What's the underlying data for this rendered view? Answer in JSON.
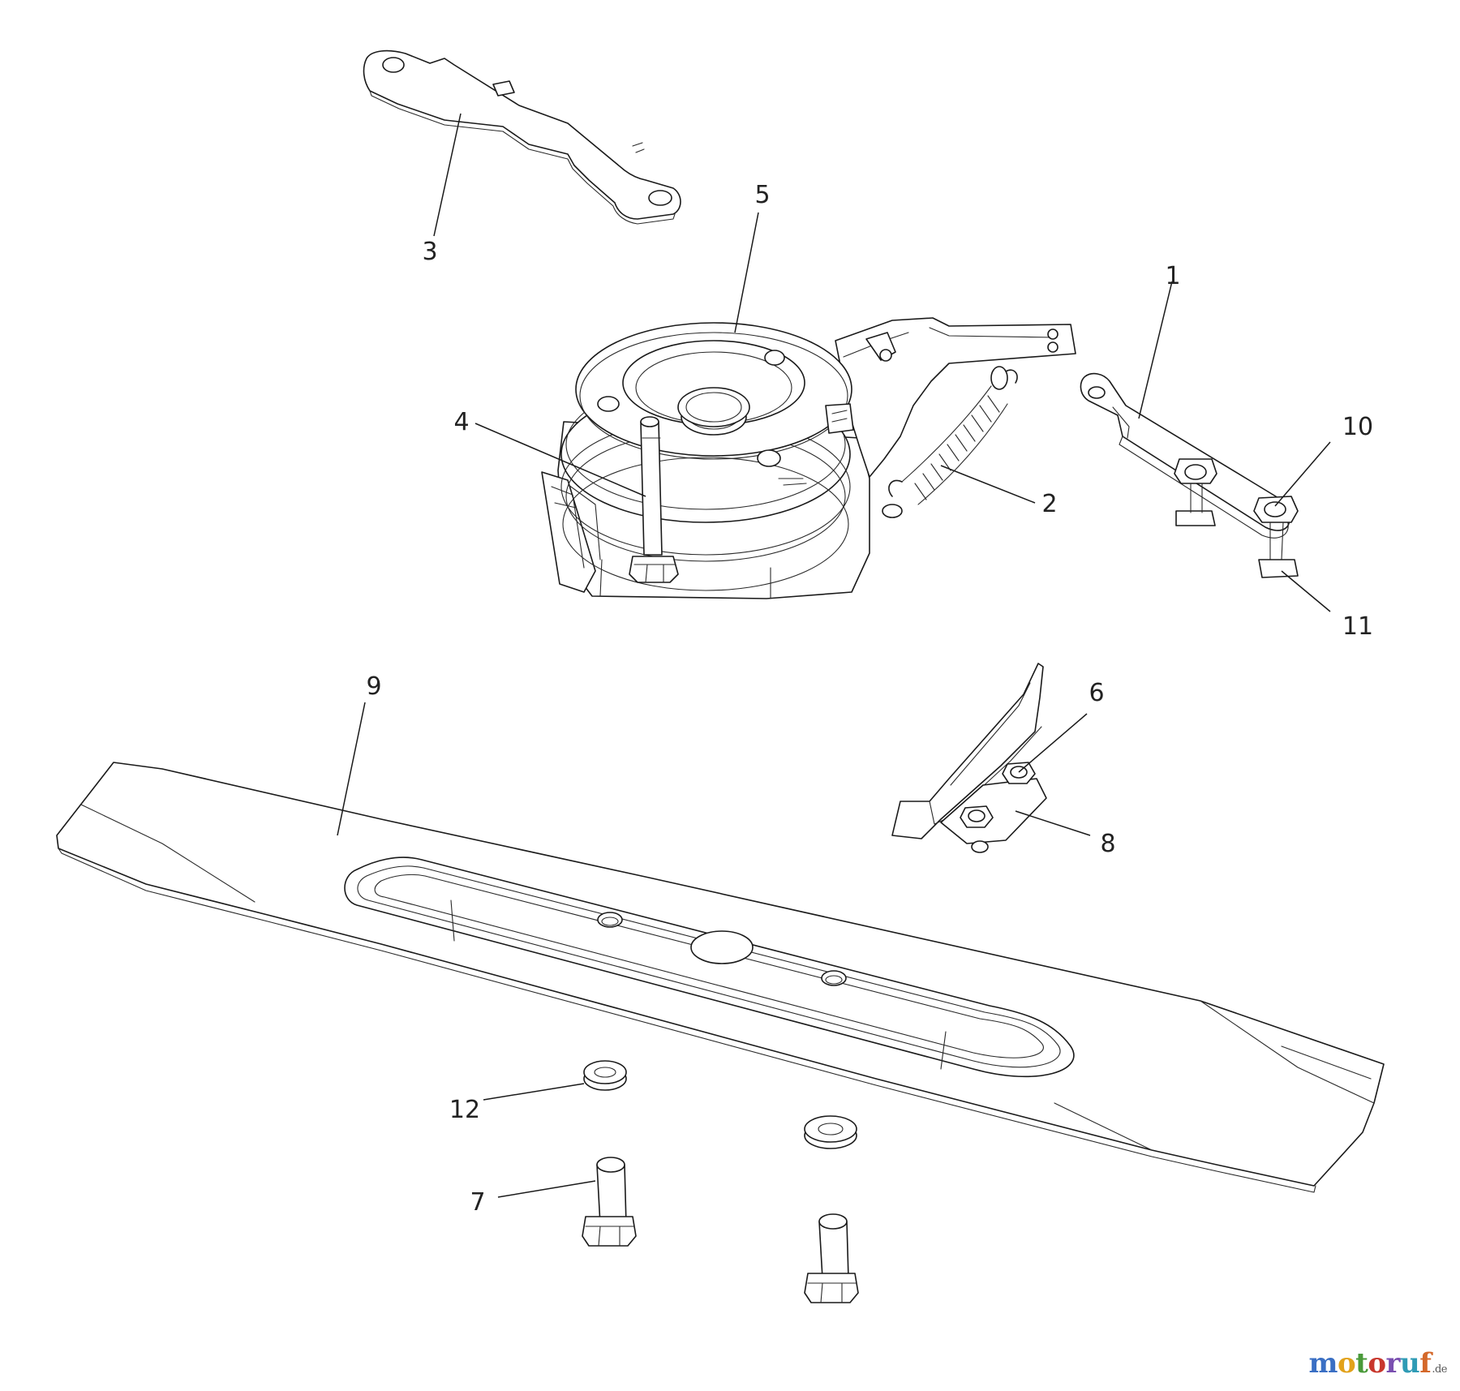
{
  "callouts": {
    "c1": "1",
    "c2": "2",
    "c3": "3",
    "c4": "4",
    "c5": "5",
    "c6": "6",
    "c7": "7",
    "c8": "8",
    "c9": "9",
    "c10": "10",
    "c11": "11",
    "c12": "12"
  },
  "watermark": {
    "text": "motoruf",
    "suffix": ".de",
    "letter_colors": [
      "#3a6fc4",
      "#e2a21b",
      "#4a9a3a",
      "#c8372d",
      "#7a4fb0",
      "#2f9bb5",
      "#d4682a"
    ]
  }
}
